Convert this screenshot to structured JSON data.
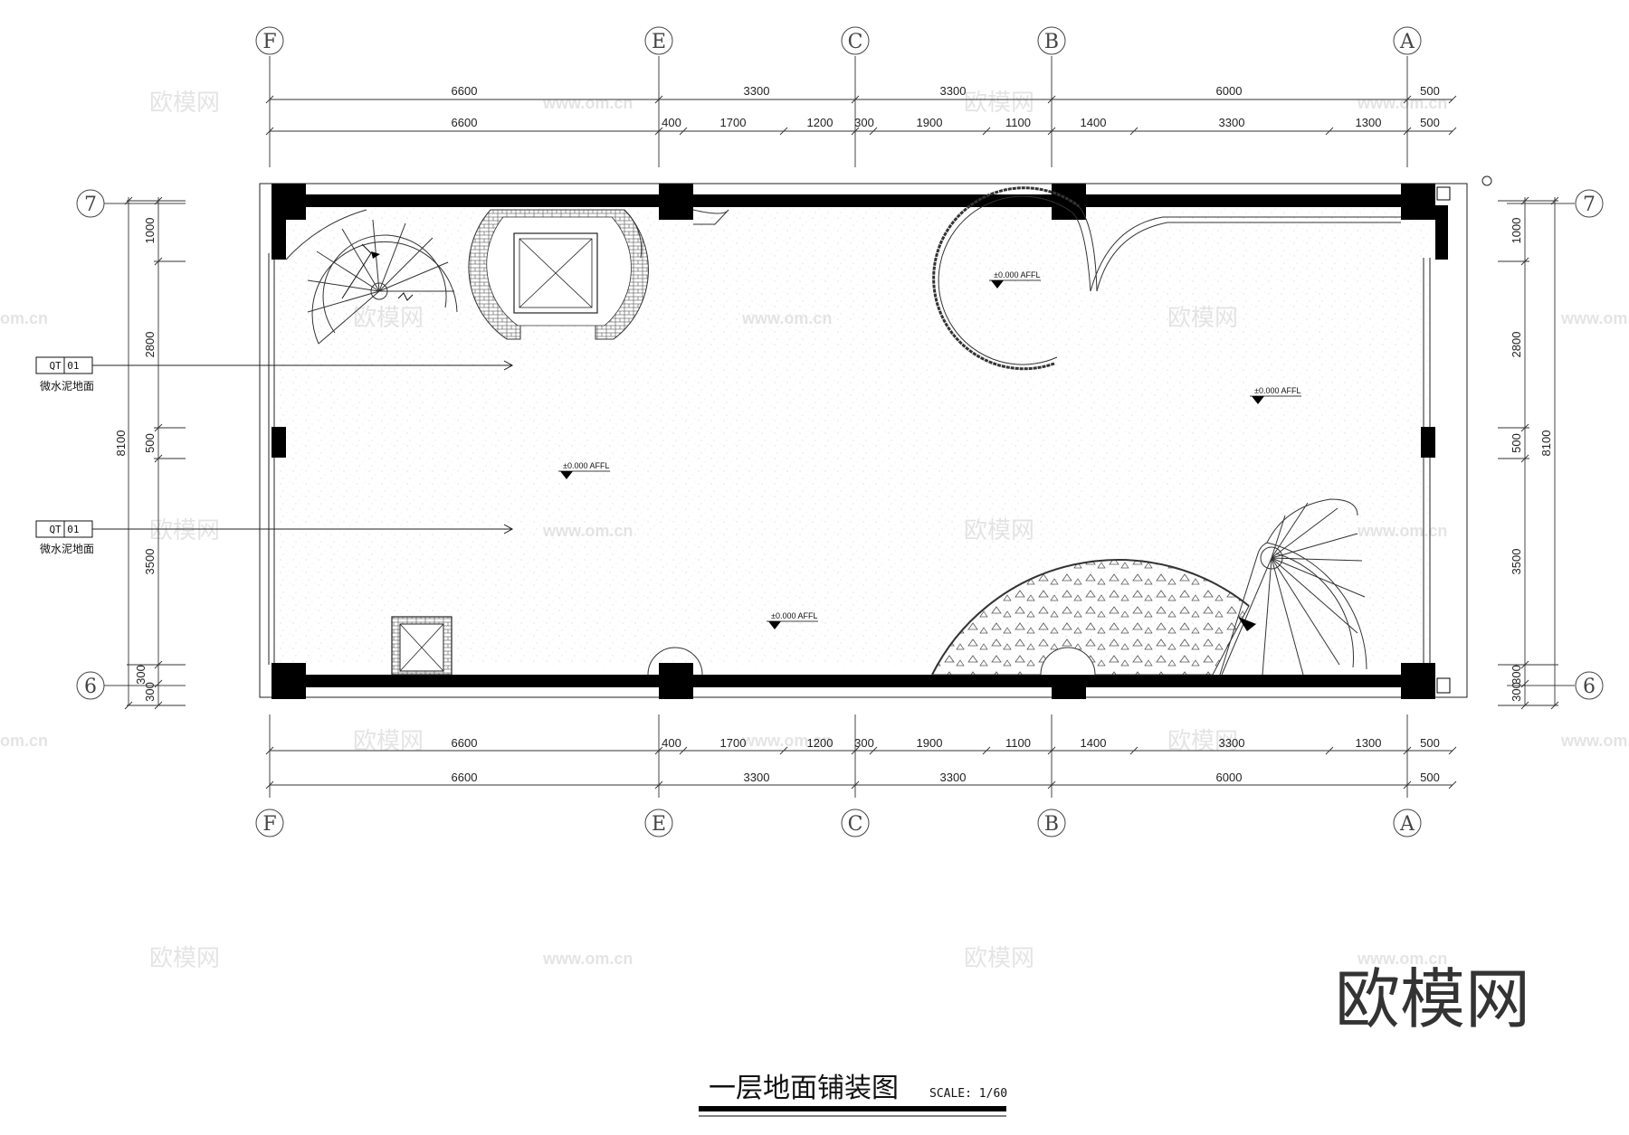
{
  "grid_columns": [
    "F",
    "E",
    "C",
    "B",
    "A"
  ],
  "grid_rows": [
    "7",
    "6"
  ],
  "dims_top_outer": [
    "6600",
    "3300",
    "3300",
    "6000",
    "500"
  ],
  "dims_top_inner": [
    "6600",
    "400",
    "1700",
    "1200",
    "300",
    "1900",
    "1100",
    "1400",
    "3300",
    "1300",
    "500"
  ],
  "dims_bottom_inner": [
    "6600",
    "400",
    "1700",
    "1200",
    "300",
    "1900",
    "1100",
    "1400",
    "3300",
    "1300",
    "500"
  ],
  "dims_bottom_outer": [
    "6600",
    "3300",
    "3300",
    "6000",
    "500"
  ],
  "dims_left": [
    "1000",
    "2800",
    "500",
    "3500",
    "300",
    "300"
  ],
  "dims_left_total": "8100",
  "dims_right": [
    "1000",
    "2800",
    "500",
    "3500",
    "300",
    "300"
  ],
  "dims_right_total": "8100",
  "elevation_label": "±0.000 AFFL",
  "material_refs": [
    {
      "code": "QT  01",
      "name": "微水泥地面"
    },
    {
      "code": "QT  01",
      "name": "微水泥地面"
    }
  ],
  "watermark_cn": "欧模网",
  "watermark_url": "www.om.cn",
  "watermark_edge": "om.cn",
  "logo": "欧模网",
  "drawing_title": "一层地面铺装图",
  "drawing_scale": "SCALE: 1/60"
}
